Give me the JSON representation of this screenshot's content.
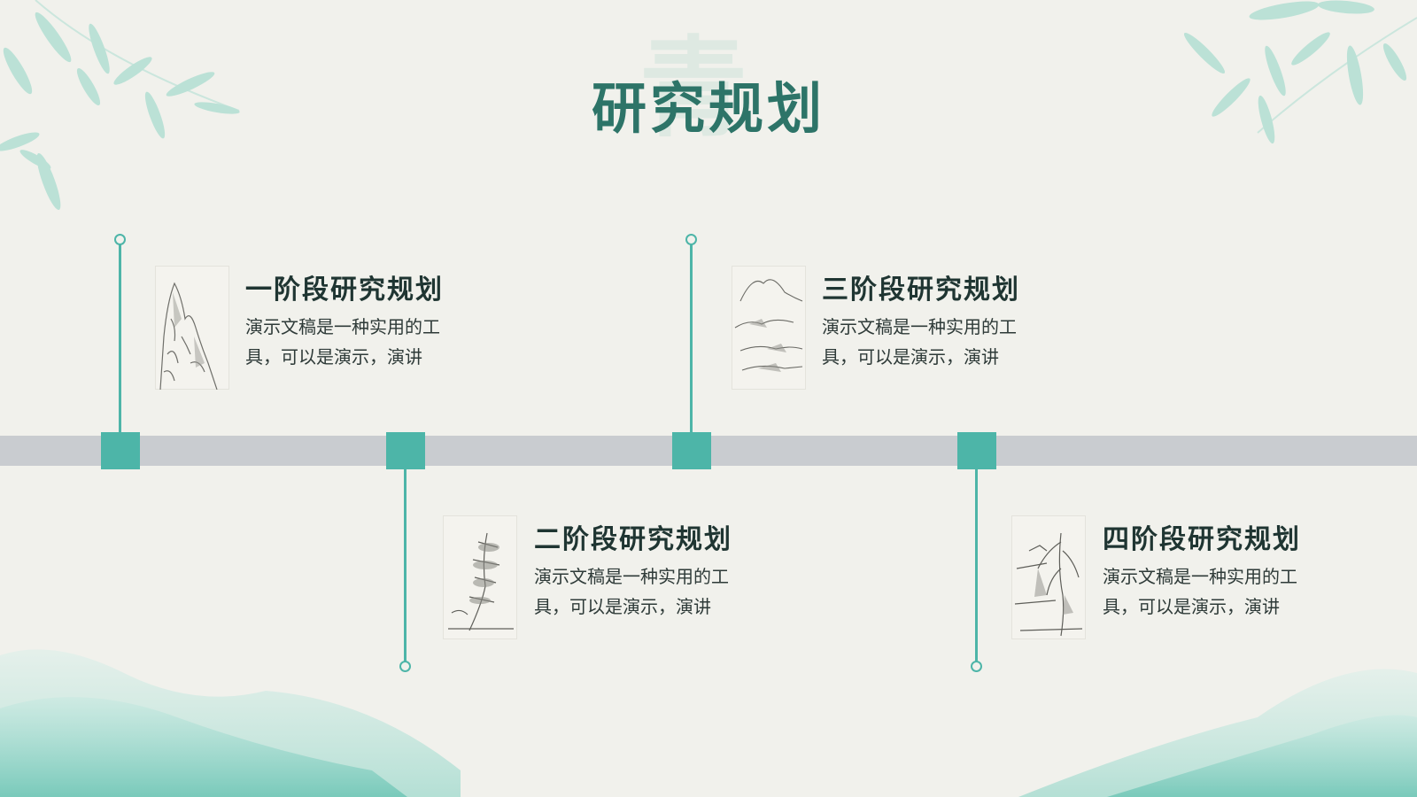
{
  "title": "研究规划",
  "title_ghost": "青",
  "colors": {
    "accent": "#4db5a8",
    "title": "#2d7468",
    "track": "#c9ccd0",
    "background": "#f1f1ec"
  },
  "stages": [
    {
      "title": "一阶段研究规划",
      "desc": "演示文稿是一种实用的工具，可以是演示，演讲",
      "image": "mountain-painting"
    },
    {
      "title": "二阶段研究规划",
      "desc": "演示文稿是一种实用的工具，可以是演示，演讲",
      "image": "pine-tree-painting"
    },
    {
      "title": "三阶段研究规划",
      "desc": "演示文稿是一种实用的工具，可以是演示，演讲",
      "image": "river-landscape-painting"
    },
    {
      "title": "四阶段研究规划",
      "desc": "演示文稿是一种实用的工具，可以是演示，演讲",
      "image": "willow-tree-painting"
    }
  ]
}
